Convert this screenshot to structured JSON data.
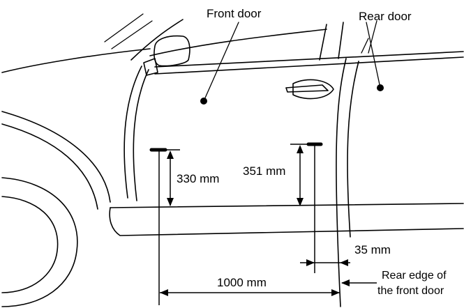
{
  "labels": {
    "front_door": "Front door",
    "rear_door": "Rear door",
    "height_front": "330 mm",
    "height_rear": "351 mm",
    "offset": "35 mm",
    "length": "1000 mm",
    "rear_edge_line1": "Rear edge of",
    "rear_edge_line2": "the front door"
  }
}
